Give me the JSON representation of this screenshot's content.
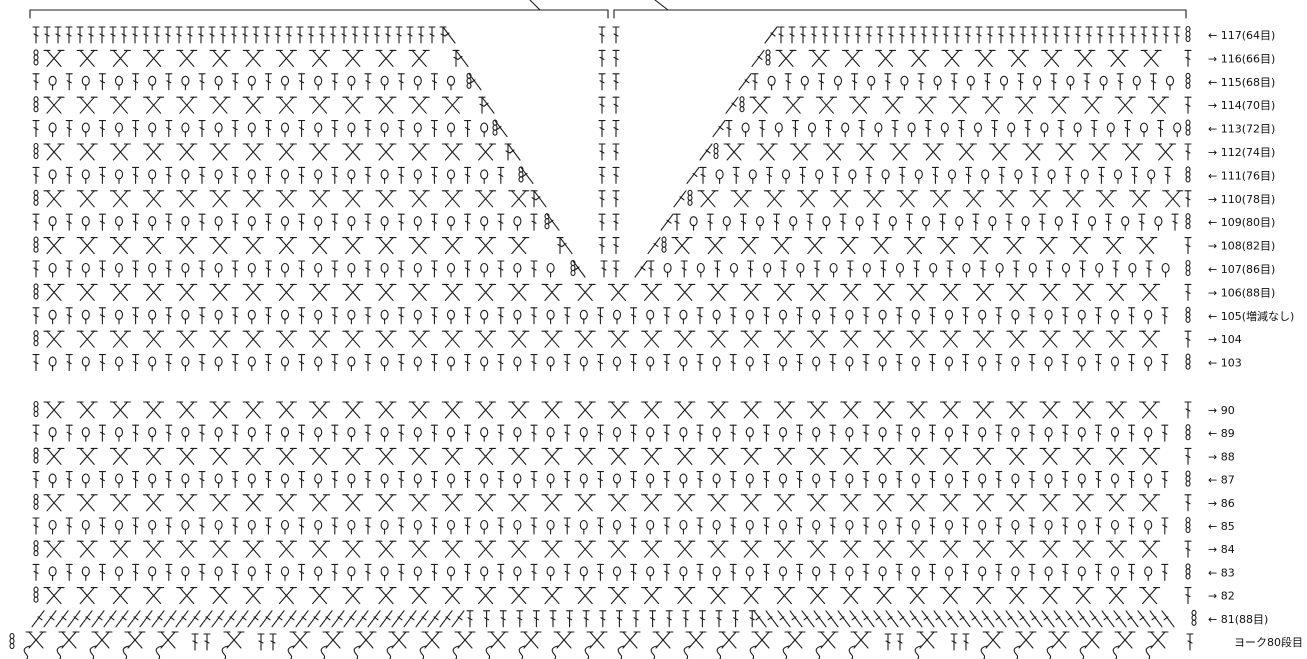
{
  "diagram": {
    "colors": {
      "ink": "#1c1c1c",
      "background": "#ffffff"
    },
    "rows_upper": [
      {
        "label": "← 117(64目)",
        "pattern": "tall",
        "panel": "neck",
        "shape": "neck"
      },
      {
        "label": "→ 116(66目)",
        "pattern": "cross",
        "panel": "neck",
        "shape": "neck"
      },
      {
        "label": "← 115(68目)",
        "pattern": "mixed",
        "panel": "neck",
        "shape": "neck"
      },
      {
        "label": "→ 114(70目)",
        "pattern": "cross",
        "panel": "neck",
        "shape": "neck"
      },
      {
        "label": "← 113(72目)",
        "pattern": "mixed",
        "panel": "neck",
        "shape": "neck"
      },
      {
        "label": "→ 112(74目)",
        "pattern": "cross",
        "panel": "neck",
        "shape": "neck"
      },
      {
        "label": "← 111(76目)",
        "pattern": "mixed",
        "panel": "neck",
        "shape": "neck"
      },
      {
        "label": "→ 110(78目)",
        "pattern": "cross",
        "panel": "neck",
        "shape": "neck"
      },
      {
        "label": "← 109(80目)",
        "pattern": "mixed",
        "panel": "neck",
        "shape": "neck"
      },
      {
        "label": "→ 108(82目)",
        "pattern": "cross",
        "panel": "neck",
        "shape": "neck"
      },
      {
        "label": "← 107(86目)",
        "pattern": "mixed",
        "panel": "neck",
        "shape": "neck"
      },
      {
        "label": "→ 106(88目)",
        "pattern": "cross",
        "panel": "full",
        "shape": "full"
      },
      {
        "label": "← 105(増減なし)",
        "pattern": "mixed",
        "panel": "full",
        "shape": "full"
      },
      {
        "label": "→ 104",
        "pattern": "cross",
        "panel": "full",
        "shape": "full"
      },
      {
        "label": "← 103",
        "pattern": "mixed",
        "panel": "full",
        "shape": "full"
      }
    ],
    "rows_lower": [
      {
        "label": "→ 90",
        "pattern": "cross"
      },
      {
        "label": "← 89",
        "pattern": "mixed"
      },
      {
        "label": "→ 88",
        "pattern": "cross"
      },
      {
        "label": "← 87",
        "pattern": "mixed"
      },
      {
        "label": "→ 86",
        "pattern": "cross"
      },
      {
        "label": "← 85",
        "pattern": "mixed"
      },
      {
        "label": "→ 84",
        "pattern": "cross"
      },
      {
        "label": "← 83",
        "pattern": "mixed"
      },
      {
        "label": "→ 82",
        "pattern": "cross"
      },
      {
        "label": "← 81(88目)",
        "pattern": "bottom-fan"
      },
      {
        "label": "ヨーク80段目",
        "pattern": "yoke"
      }
    ]
  }
}
